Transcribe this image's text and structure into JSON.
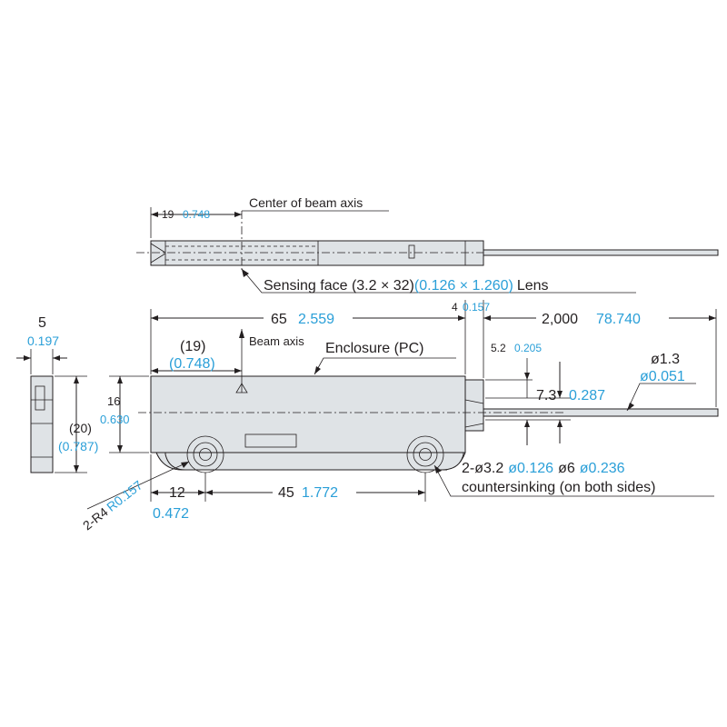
{
  "colors": {
    "metric": "#231f20",
    "inch": "#2a9fd8",
    "body_fill": "#dfe3e6"
  },
  "top_view": {
    "dim_19": {
      "mm": "19",
      "inch": "0.748"
    },
    "center_beam_label": "Center of beam axis",
    "sensing_face": {
      "mm": "Sensing face (3.2 × 32)",
      "inch": "(0.126 × 1.260)",
      "suffix": "Lens"
    }
  },
  "side_view": {
    "dim_5": {
      "mm": "5",
      "inch": "0.197"
    },
    "dim_16": {
      "mm": "16",
      "inch": "0.630"
    },
    "dim_20": {
      "mm": "(20)",
      "inch": "(0.787)"
    }
  },
  "front_view": {
    "dim_65": {
      "mm": "65",
      "inch": "2.559"
    },
    "dim_4": {
      "mm": "4",
      "inch": "0.157"
    },
    "dim_2000": {
      "mm": "2,000",
      "inch": "78.740"
    },
    "dim_19": {
      "mm": "(19)",
      "inch": "(0.748)"
    },
    "beam_axis_label": "Beam axis",
    "enclosure_label": "Enclosure (PC)",
    "dim_5_2": {
      "mm": "5.2",
      "inch": "0.205"
    },
    "dim_7_3": {
      "mm": "7.3",
      "inch": "0.287"
    },
    "dim_phi13": {
      "mm": "ø1.3",
      "inch": "ø0.051"
    },
    "dim_r4": {
      "mm": "2-R4",
      "inch": "R0.157"
    },
    "dim_12": {
      "mm": "12",
      "inch": "0.472"
    },
    "dim_45": {
      "mm": "45",
      "inch": "1.772"
    },
    "holes": {
      "mm1": "2-ø3.2",
      "inch1": "ø0.126",
      "mm2": "ø6",
      "inch2": "ø0.236",
      "line2": "countersinking (on both sides)"
    }
  }
}
